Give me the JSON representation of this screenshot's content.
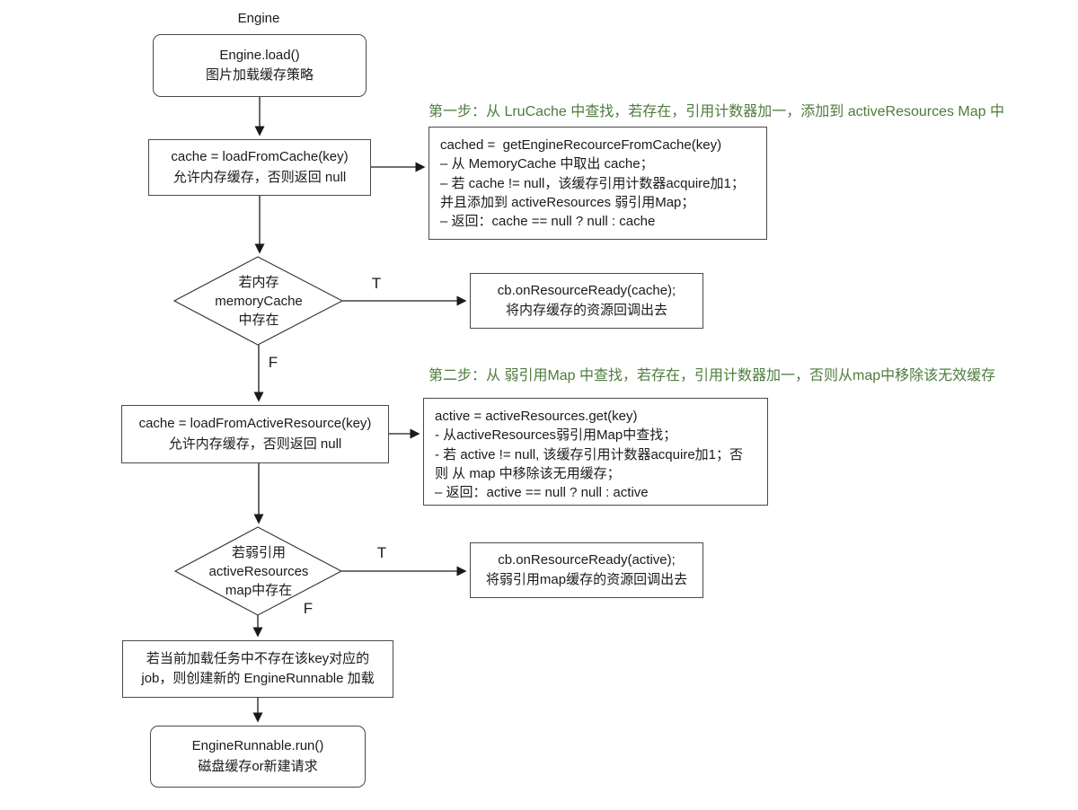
{
  "diagram": {
    "title": "Engine",
    "colors": {
      "step_header_green": "#4e7b3c",
      "box_border": "#4a4a4a",
      "connector": "#1a1a1a"
    },
    "nodes": {
      "start": {
        "lines": [
          "Engine.load()",
          "图片加载缓存策略"
        ]
      },
      "load_from_cache": {
        "lines": [
          "cache = loadFromCache(key)",
          "允许内存缓存，否则返回 null"
        ]
      },
      "step1_header": "第一步：从 LruCache 中查找，若存在，引用计数器加一，添加到 activeResources Map 中",
      "step1_detail": {
        "lines": [
          "cached =  getEngineRecourceFromCache(key)",
          "– 从 MemoryCache 中取出 cache；",
          "– 若 cache != null，该缓存引用计数器acquire加1；",
          "并且添加到 activeResources 弱引用Map；",
          "– 返回：cache == null ? null : cache"
        ]
      },
      "memory_decision": {
        "lines": [
          "若内存",
          "memoryCache",
          "中存在"
        ]
      },
      "memory_callback": {
        "lines": [
          "cb.onResourceReady(cache);",
          "将内存缓存的资源回调出去"
        ]
      },
      "step2_header": "第二步：从 弱引用Map 中查找，若存在，引用计数器加一，否则从map中移除该无效缓存",
      "step2_detail": {
        "lines": [
          "active = activeResources.get(key)",
          "- 从activeResources弱引用Map中查找；",
          "- 若 active != null, 该缓存引用计数器acquire加1；否",
          "则 从 map 中移除该无用缓存；",
          "– 返回：active == null ? null : active"
        ]
      },
      "load_from_active": {
        "lines": [
          "cache = loadFromActiveResource(key)",
          "允许内存缓存，否则返回 null"
        ]
      },
      "active_decision": {
        "lines": [
          "若弱引用",
          "activeResources",
          "map中存在"
        ]
      },
      "active_callback": {
        "lines": [
          "cb.onResourceReady(active);",
          "将弱引用map缓存的资源回调出去"
        ]
      },
      "new_job": {
        "lines": [
          "若当前加载任务中不存在该key对应的",
          "job，则创建新的 EngineRunnable 加载"
        ]
      },
      "engine_runnable": {
        "lines": [
          "EngineRunnable.run()",
          "磁盘缓存or新建请求"
        ]
      }
    },
    "branch_labels": {
      "t1": "T",
      "f1": "F",
      "t2": "T",
      "f2": "F"
    }
  }
}
